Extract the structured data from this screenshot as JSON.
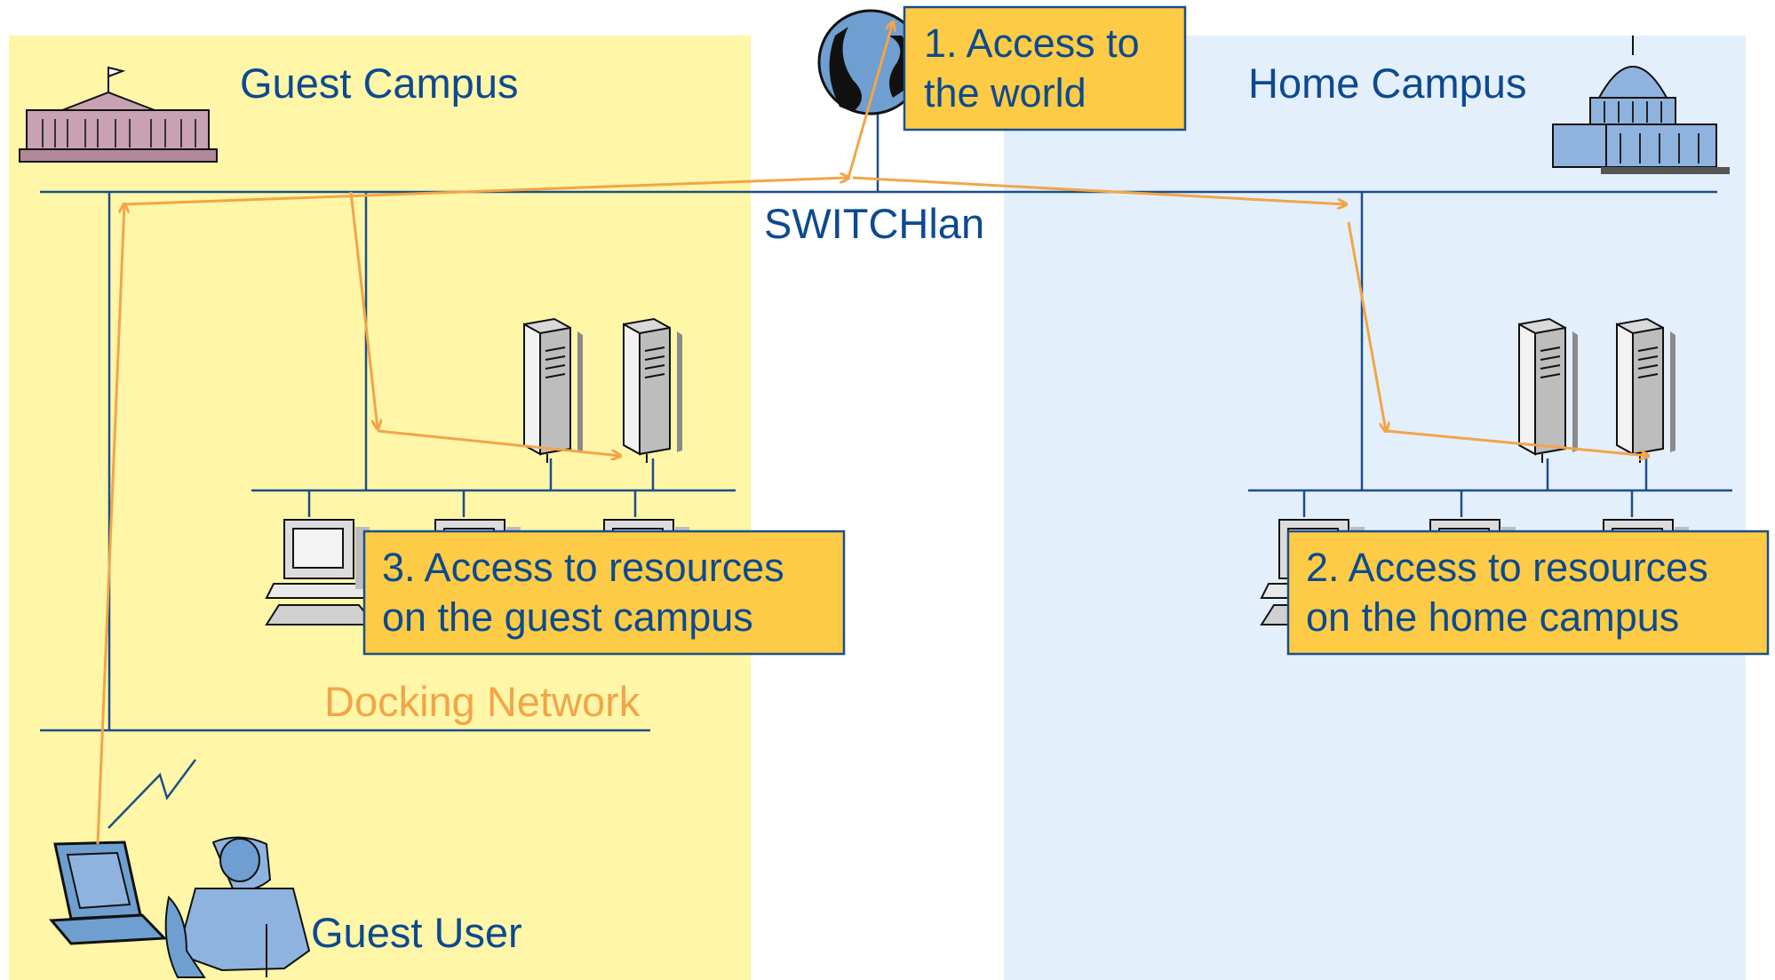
{
  "labels": {
    "guest_campus": "Guest Campus",
    "home_campus": "Home Campus",
    "switchlan": "SWITCHlan",
    "docking_network": "Docking Network",
    "guest_user": "Guest User"
  },
  "callouts": {
    "world": {
      "line1": "1. Access to",
      "line2": "the world"
    },
    "home": {
      "line1": "2. Access to resources",
      "line2": "on the home campus"
    },
    "guest": {
      "line1": "3. Access to resources",
      "line2": "on the guest campus"
    }
  },
  "colors": {
    "guest_zone": "#fff6a8",
    "home_zone": "#e4effc",
    "network_line": "#1b4f8a",
    "path_arrow": "#f2a548",
    "callout_fill": "#fdcb45",
    "callout_border": "#1b4f8a"
  },
  "icons": {
    "guest_building": "university-building-icon",
    "home_building": "capitol-building-icon",
    "globe": "globe-icon",
    "servers": "server-tower-icon",
    "workstations": "desktop-computer-icon",
    "laptop": "laptop-icon",
    "person": "person-icon"
  }
}
